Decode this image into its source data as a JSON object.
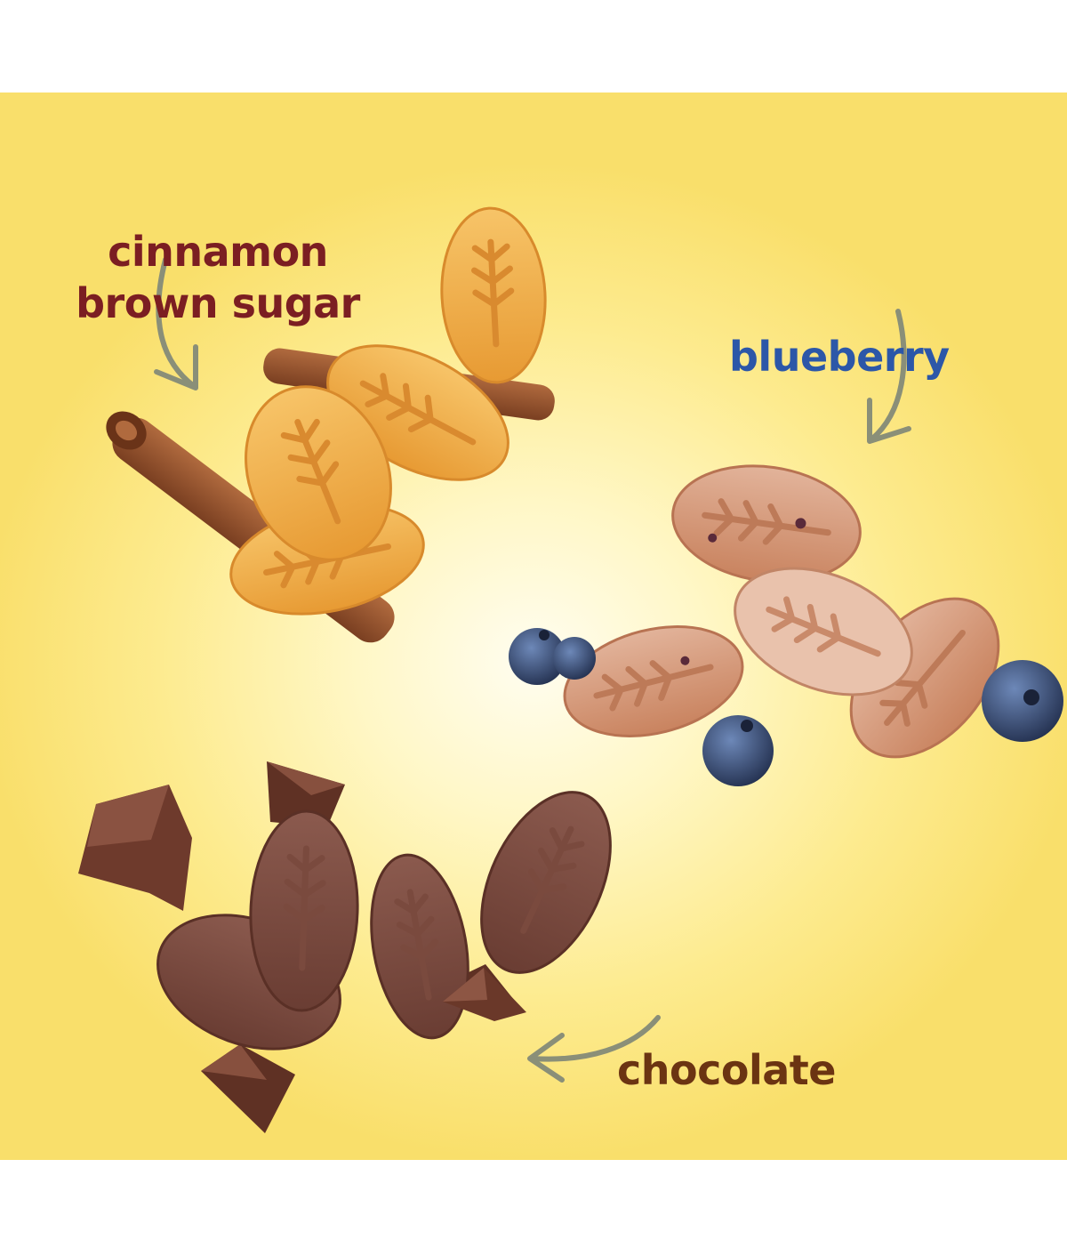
{
  "labels": {
    "cinnamon_line1": "cinnamon",
    "cinnamon_line2": "brown sugar",
    "blueberry": "blueberry",
    "chocolate": "chocolate"
  },
  "colors": {
    "cinnamon_text": "#7b1e22",
    "blueberry_text": "#2c57a8",
    "chocolate_text": "#6b3412",
    "arrow": "#8a8f78",
    "background_center": "#fffdf0",
    "background_edge": "#f9df6b"
  },
  "icons": {
    "cinnamon_arrow": "curved-arrow-down-icon",
    "blueberry_arrow": "curved-arrow-down-icon",
    "chocolate_arrow": "curved-arrow-left-icon"
  }
}
